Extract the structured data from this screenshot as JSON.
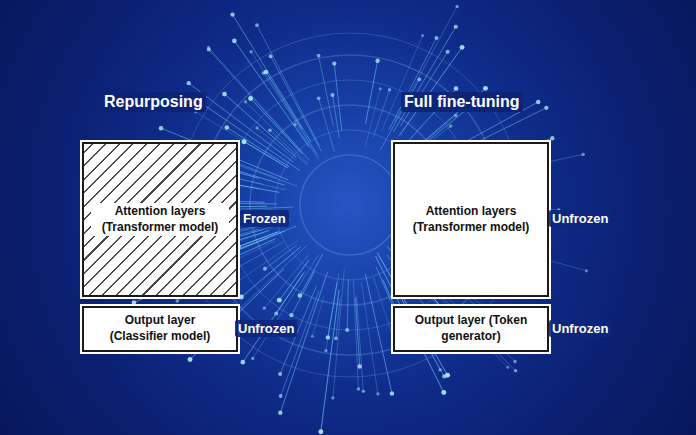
{
  "diagram": {
    "nodes": [
      {
        "text": [
          "Attention layers (Transformer model)"
        ]
      },
      {
        "text": [
          "Output layer (Classifier model)"
        ]
      },
      {
        "text": [
          "Attention layers (Transformer model)"
        ]
      },
      {
        "text": [
          "Output layer (Token generator)"
        ]
      }
    ],
    "labels": [
      "Repurposing",
      "Full fine-tuning",
      "Frozen",
      "Unfrozen",
      "Unfrozen",
      "Unfrozen"
    ]
  }
}
